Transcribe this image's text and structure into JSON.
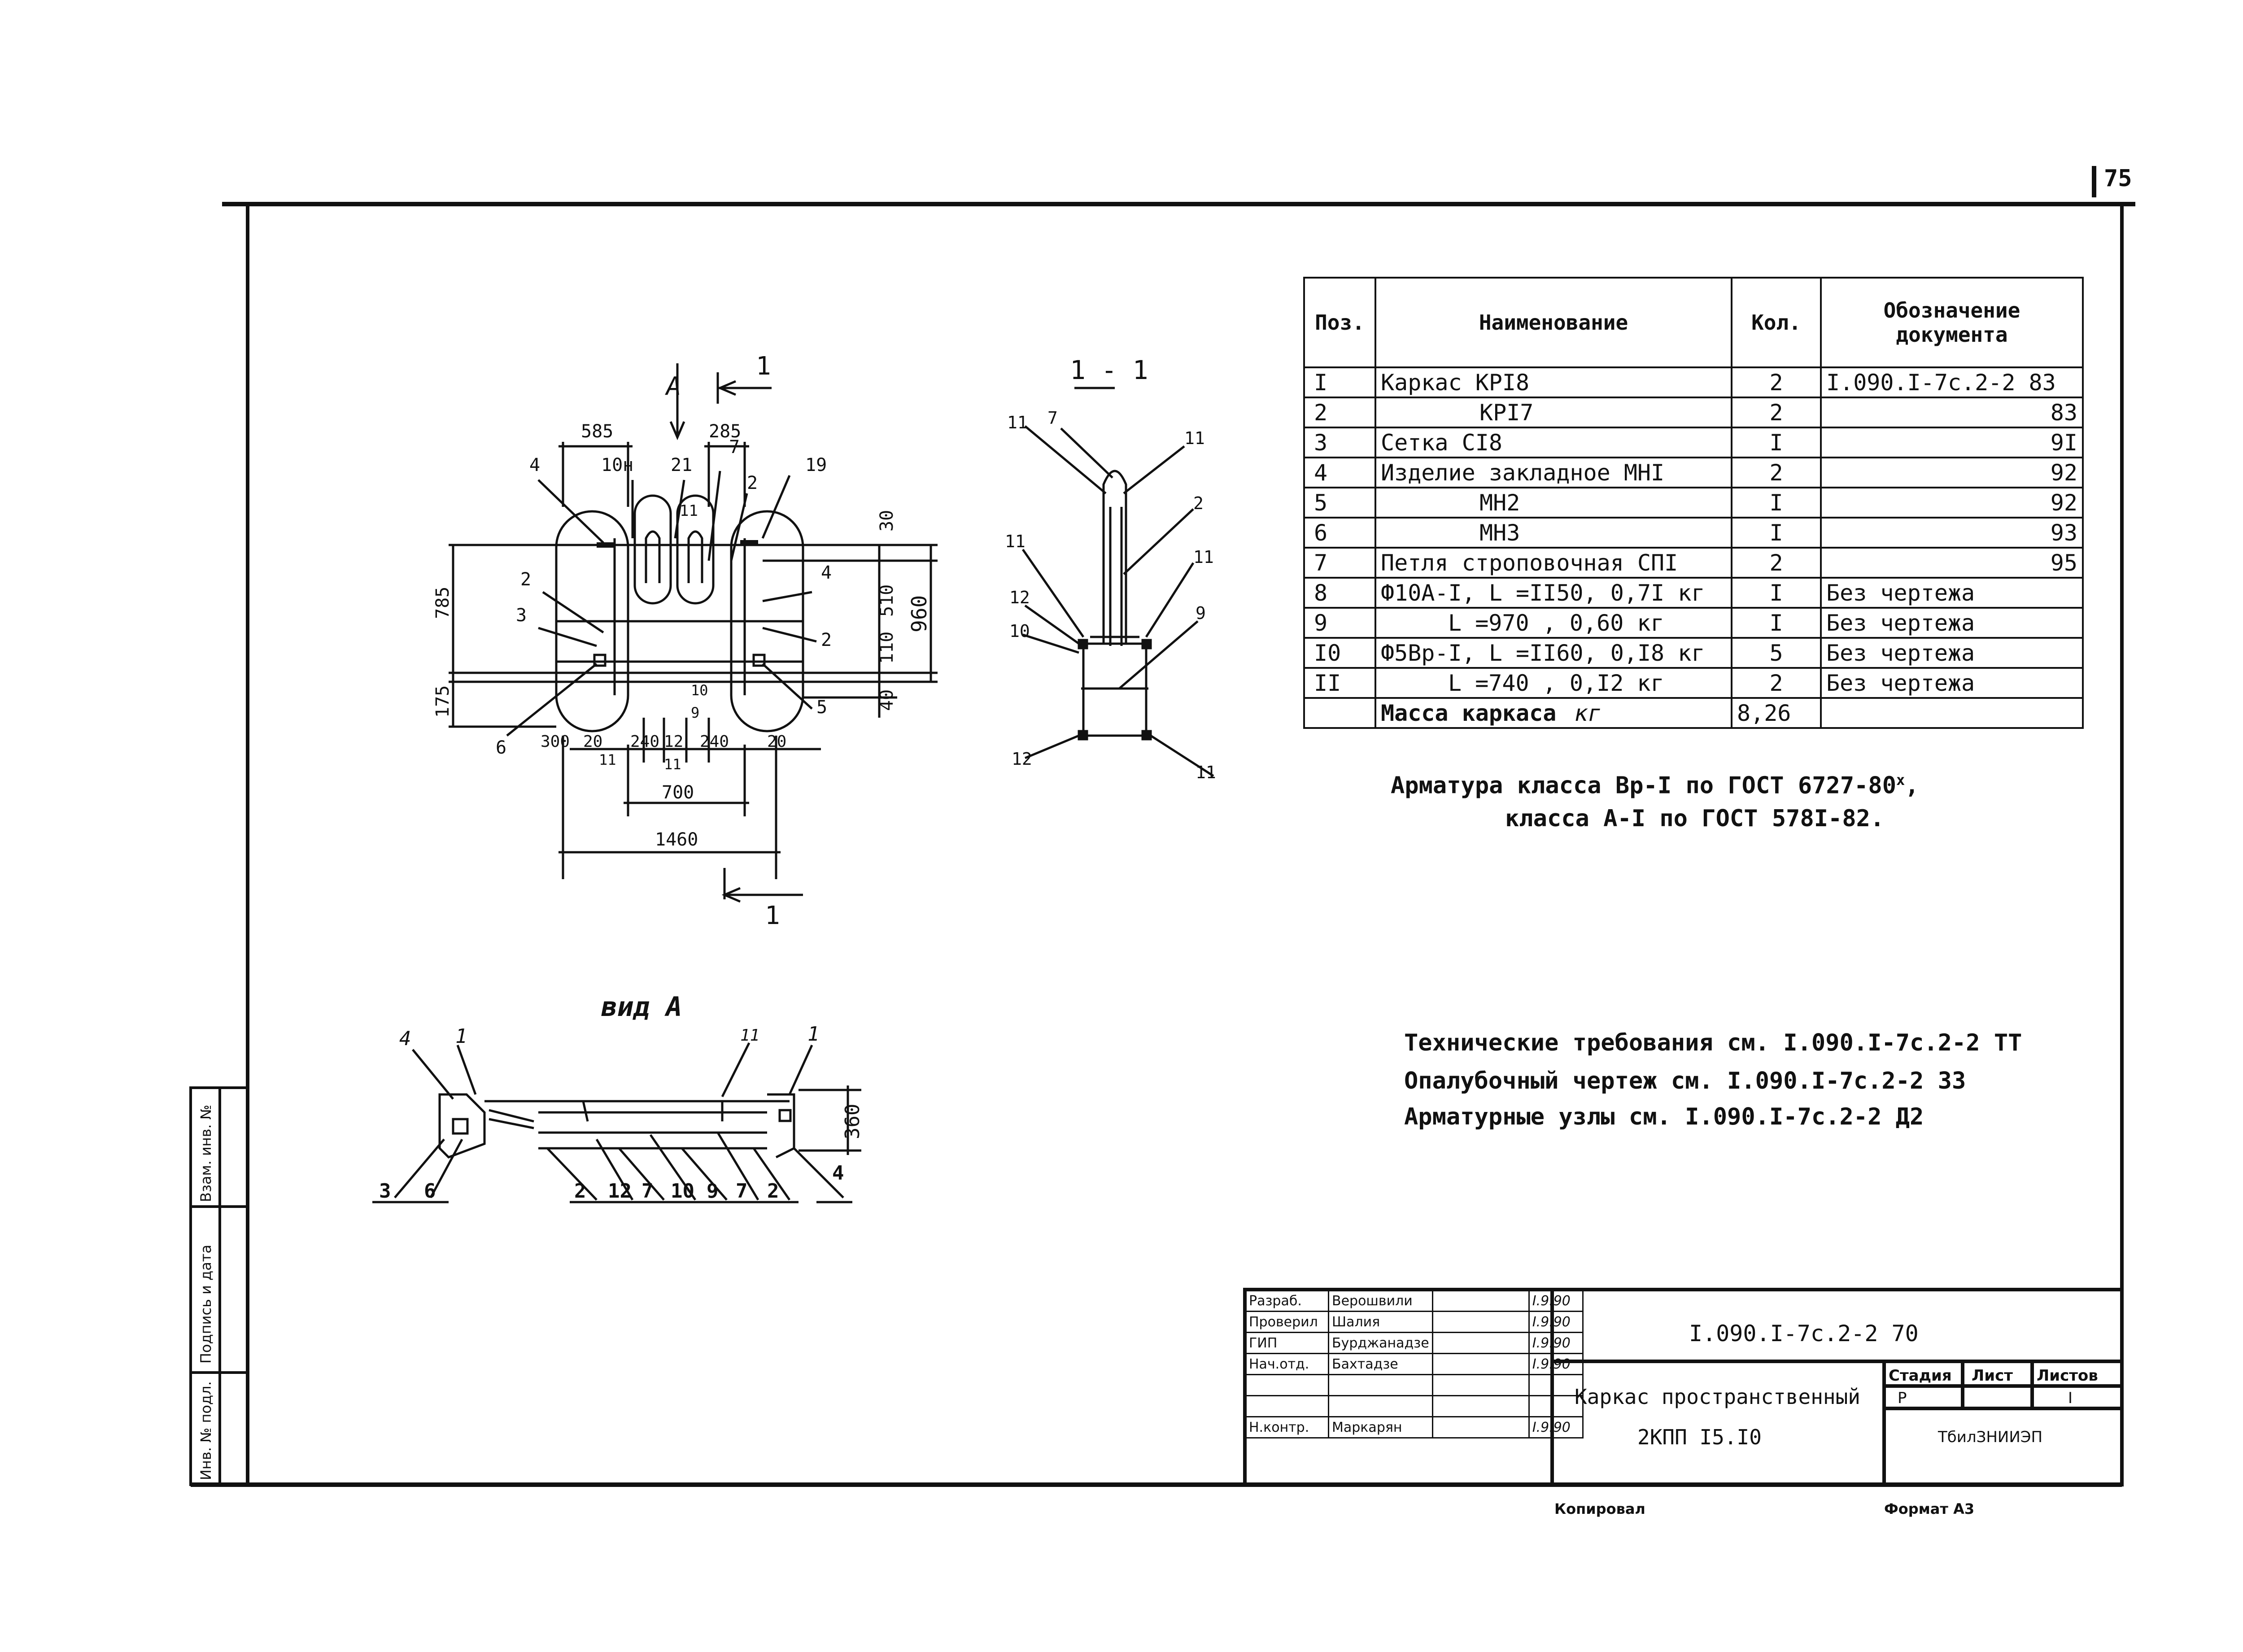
{
  "sheet": {
    "page_number": "75",
    "copied_label": "Копировал",
    "format_label": "Формат А3"
  },
  "spec_table": {
    "headers": [
      "Поз.",
      "Наименование",
      "Кол.",
      "Обозначение документа"
    ],
    "rows": [
      {
        "pos": "I",
        "name": "Каркас КРI8",
        "qty": "2",
        "doc": "I.090.I-7с.2-2 83"
      },
      {
        "pos": "2",
        "name": "КРI7",
        "qty": "2",
        "doc": "83"
      },
      {
        "pos": "3",
        "name": "Сетка СI8",
        "qty": "I",
        "doc": "9I"
      },
      {
        "pos": "4",
        "name": "Изделие закладное МНI",
        "qty": "2",
        "doc": "92"
      },
      {
        "pos": "5",
        "name": "МН2",
        "qty": "I",
        "doc": "92"
      },
      {
        "pos": "6",
        "name": "МН3",
        "qty": "I",
        "doc": "93"
      },
      {
        "pos": "7",
        "name": "Петля строповочная СПI",
        "qty": "2",
        "doc": "95"
      },
      {
        "pos": "8",
        "name": "Ф10А-I, L =II50, 0,7I кг",
        "qty": "I",
        "doc": "Без чертежа"
      },
      {
        "pos": "9",
        "name": "L =970 , 0,60 кг",
        "qty": "I",
        "doc": "Без чертежа"
      },
      {
        "pos": "I0",
        "name": "Ф5Вр-I, L =II60, 0,I8 кг",
        "qty": "5",
        "doc": "Без чертежа"
      },
      {
        "pos": "II",
        "name": "L =740 , 0,I2 кг",
        "qty": "2",
        "doc": "Без чертежа"
      }
    ],
    "mass_label": "Масса каркаса",
    "mass_unit": "кг",
    "mass_value": "8,26"
  },
  "rebar_note": {
    "line1": "Арматура класса Вр-I по ГОСТ 6727-80",
    "line1_sup": "х",
    "line1_end": ",",
    "line2": "класса А-I по ГОСТ 578I-82."
  },
  "tech_notes": [
    "Технические требования см. I.090.I-7с.2-2 ТТ",
    "Опалубочный чертеж см. I.090.I-7с.2-2 ЗЗ",
    "Арматурные узлы см. I.090.I-7с.2-2 Д2"
  ],
  "plan_view": {
    "view_letter": "А",
    "section_mark": "1",
    "dims": {
      "top_left": "585",
      "top_right": "285",
      "right_top": "30",
      "right_mid": "510",
      "right_low": "110",
      "right_bottom": "40",
      "right_total": "960",
      "left_upper": "785",
      "left_lower": "175",
      "bottom_a": "300",
      "bottom_b": "20",
      "bottom_c": "240",
      "bottom_d": "12",
      "bottom_e": "240",
      "bottom_f": "20",
      "mid": "700",
      "overall": "1460",
      "small_10": "10",
      "small_9": "9",
      "small_11": "11",
      "small_11b": "11"
    },
    "callouts": [
      "4",
      "10н",
      "2",
      "3",
      "6",
      "21",
      "7",
      "11",
      "2",
      "19",
      "4",
      "2",
      "5"
    ]
  },
  "section_view": {
    "title": "1 - 1",
    "callouts": [
      "11",
      "7",
      "11",
      "2",
      "11",
      "11",
      "12",
      "10",
      "9",
      "12",
      "11"
    ]
  },
  "view_a": {
    "title": "вид А",
    "dim": "360",
    "top_callouts": [
      "4",
      "1",
      "11",
      "1"
    ],
    "bottom_callouts": [
      "3",
      "6",
      "2",
      "12",
      "7",
      "10",
      "9",
      "7",
      "2",
      "4"
    ]
  },
  "side_stamp": [
    "Инв. № подл.",
    "Подпись и дата",
    "Взам. инв. №"
  ],
  "title_block": {
    "roles": [
      {
        "role": "Разраб.",
        "name": "Верошвили",
        "date": "I.9.90"
      },
      {
        "role": "Проверил",
        "name": "Шалия",
        "date": "I.9.90"
      },
      {
        "role": "ГИП",
        "name": "Бурджанадзе",
        "date": "I.9.90"
      },
      {
        "role": "Нач.отд.",
        "name": "Бахтадзе",
        "date": "I.9.90"
      },
      {
        "role": "",
        "name": "",
        "date": ""
      },
      {
        "role": "",
        "name": "",
        "date": ""
      },
      {
        "role": "Н.контр.",
        "name": "Маркарян",
        "date": "I.9.90"
      }
    ],
    "doc_code": "I.090.I-7с.2-2 70",
    "title_line1": "Каркас пространственный",
    "title_line2": "2КПП I5.I0",
    "stage_label": "Стадия",
    "sheet_label": "Лист",
    "sheets_label": "Листов",
    "stage": "Р",
    "sheets": "I",
    "org": "ТбилЗНИИЭП"
  }
}
